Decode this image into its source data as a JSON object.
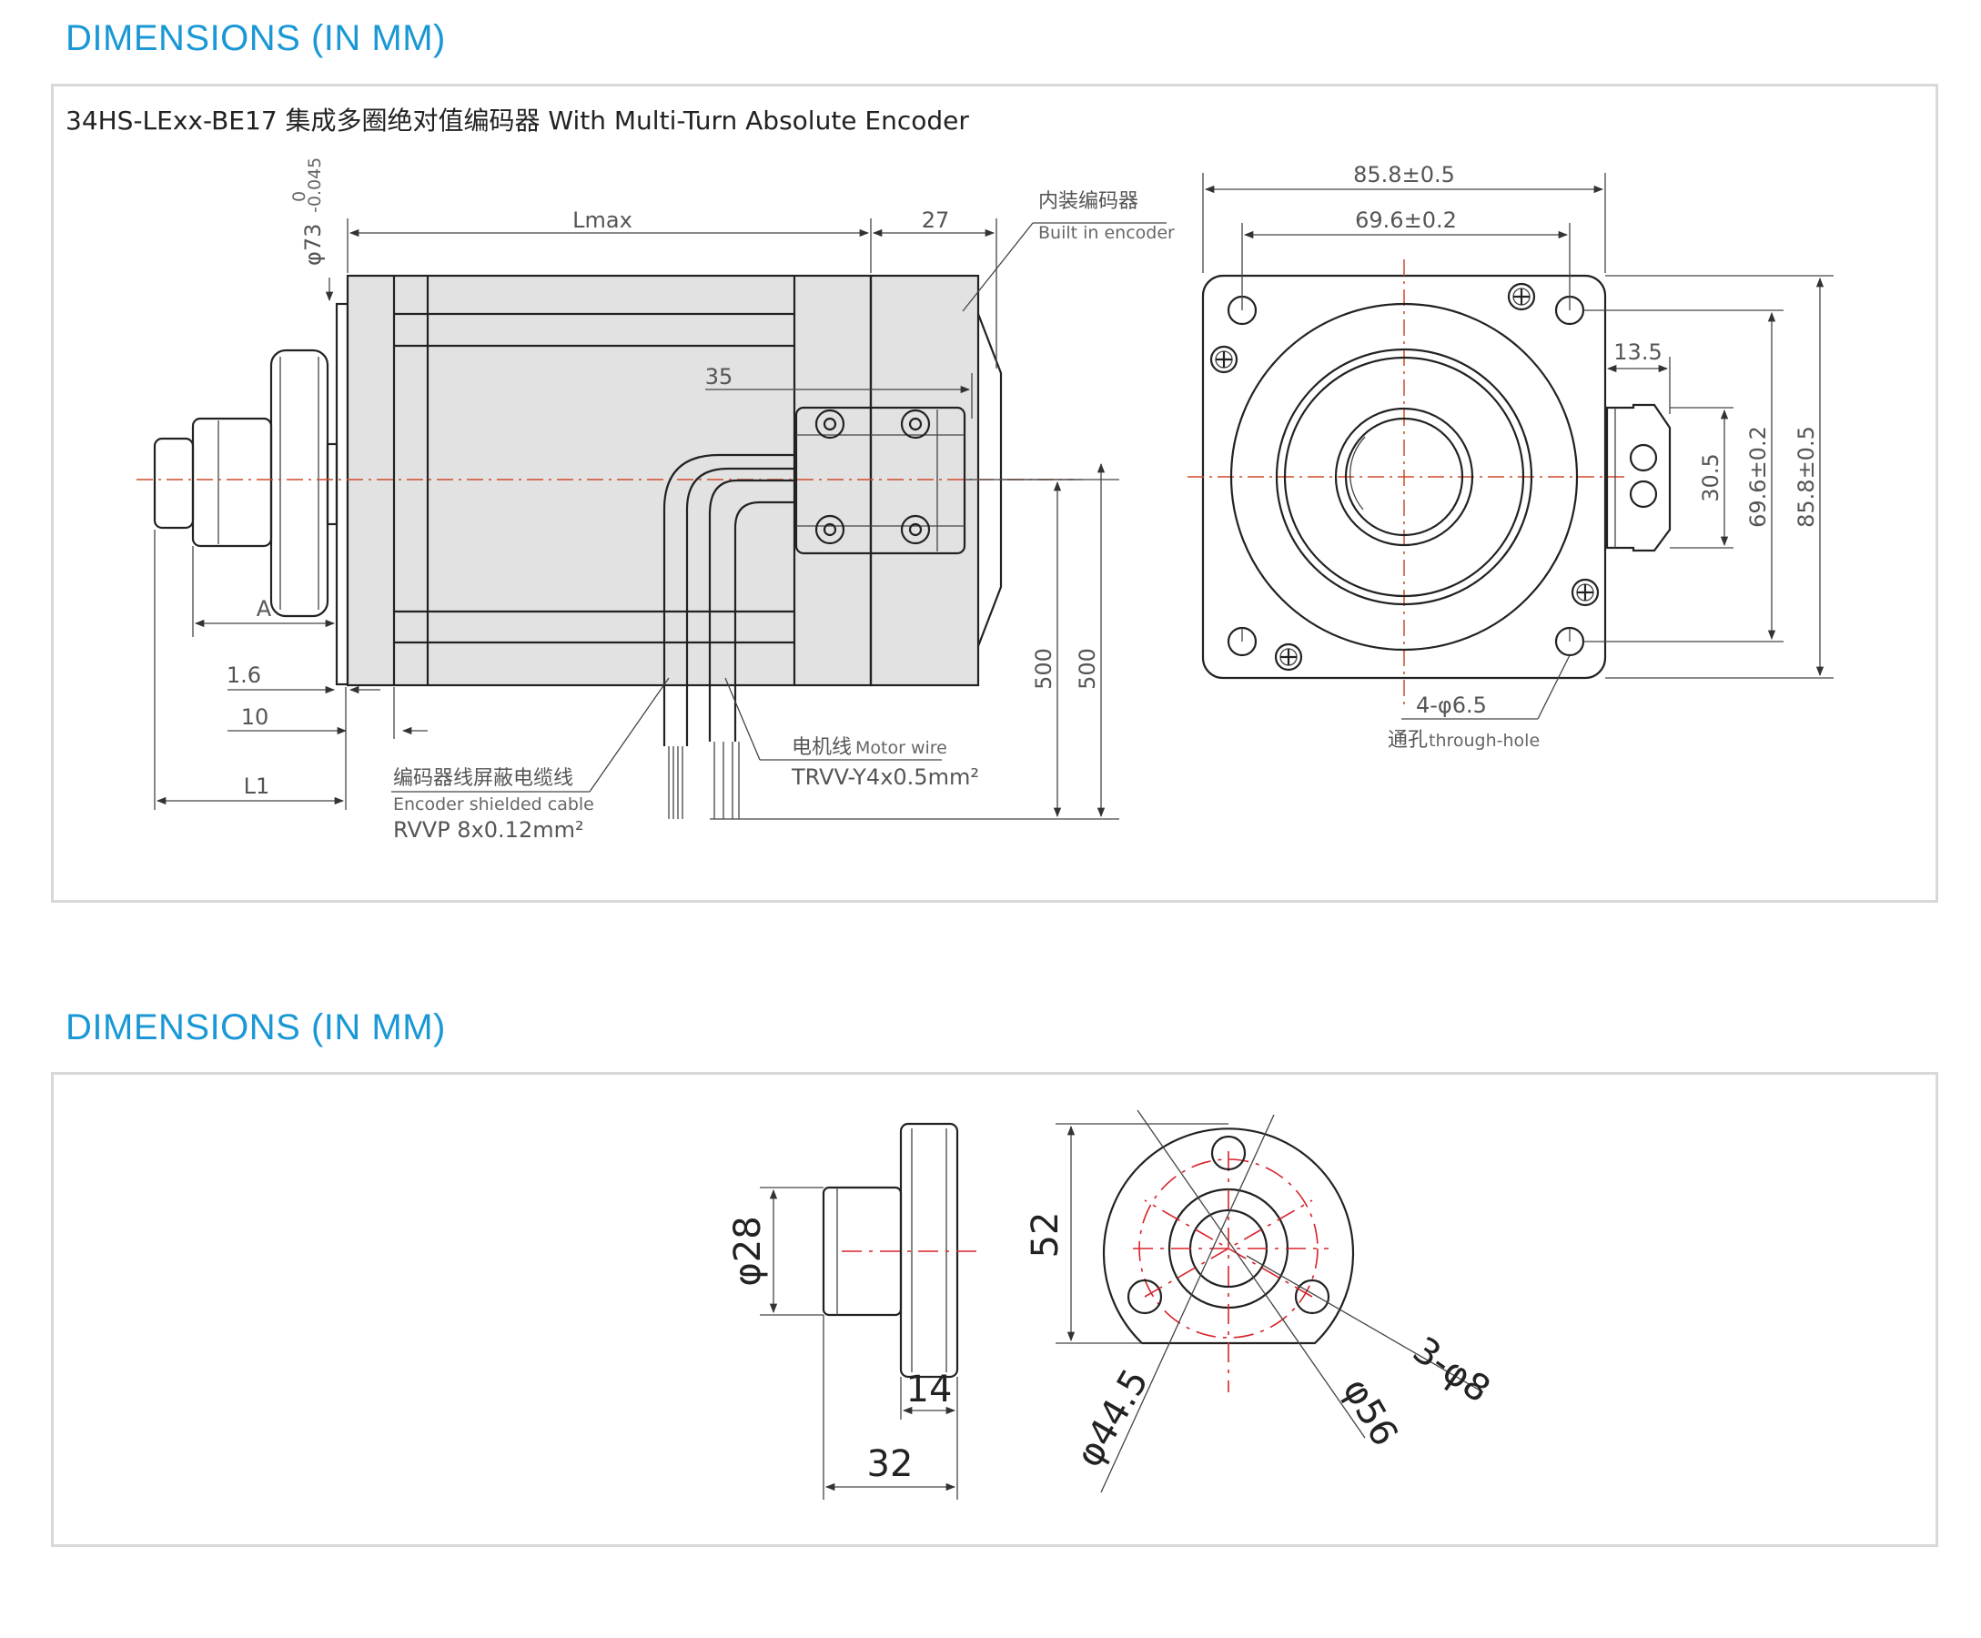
{
  "sections": [
    {
      "title": "DIMENSIONS (IN MM)",
      "caption": "34HS-LExx-BE17 集成多圈绝对值编码器  With Multi-Turn Absolute Encoder",
      "side_view": {
        "diameter": "φ73",
        "tolerance_upper": "0",
        "tolerance_lower": "-0.045",
        "lmax": "Lmax",
        "encoder_length": "27",
        "encoder_label_cn": "内装编码器",
        "encoder_label_en": "Built in encoder",
        "cable_offset": "35",
        "shaft_a": "A",
        "flange_thickness": "1.6",
        "boss_length": "10",
        "shaft_l1": "L1",
        "cable_length_1": "500",
        "cable_length_2": "500",
        "encoder_cable_cn": "编码器线屏蔽电缆线",
        "encoder_cable_en": "Encoder shielded cable",
        "encoder_cable_spec": "RVVP 8x0.12mm²",
        "motor_wire_cn": "电机线",
        "motor_wire_en": "Motor wire",
        "motor_wire_spec": "TRVV-Y4x0.5mm²"
      },
      "front_view": {
        "outer_width": "85.8±0.5",
        "hole_spacing": "69.6±0.2",
        "connector_offset": "13.5",
        "connector_height": "30.5",
        "hole_spacing_v": "69.6±0.2",
        "outer_height": "85.8±0.5",
        "holes": "4-φ6.5",
        "hole_note_cn": "通孔",
        "hole_note_en": "through-hole"
      }
    },
    {
      "title": "DIMENSIONS (IN MM)",
      "adapter_side": {
        "shaft_diameter": "φ28",
        "flange_thickness": "14",
        "total_length": "32"
      },
      "adapter_front": {
        "height": "52",
        "holes": "3-φ8",
        "pcd": "φ44.5",
        "diameter": "φ56"
      }
    }
  ],
  "colors": {
    "title": "#1a98d6",
    "panel_border": "#d8d8d8",
    "motor_body": "#e2e2e2",
    "centerline": "#d04a2a",
    "red_circles": "#d8222a"
  }
}
